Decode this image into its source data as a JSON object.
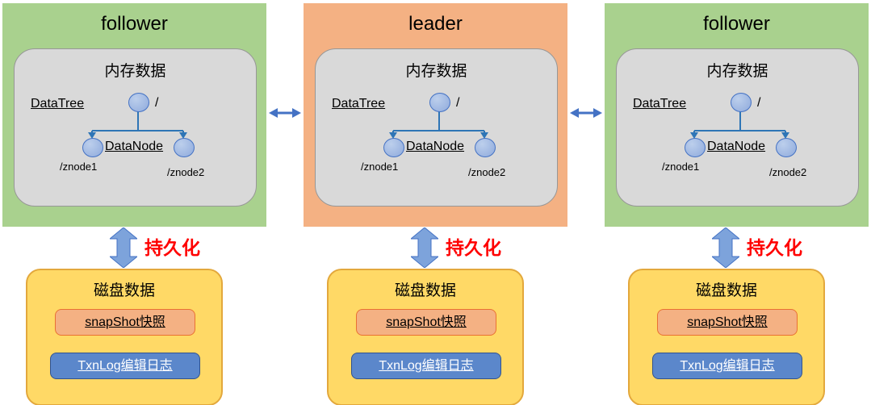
{
  "nodes": [
    {
      "role": "follower",
      "memory": {
        "title": "内存数据",
        "tree_label": "DataTree",
        "root_label": "/",
        "node_label": "DataNode",
        "znode1": "/znode1",
        "znode2": "/znode2"
      },
      "persist_label": "持久化",
      "disk": {
        "title": "磁盘数据",
        "snapshot": "snapShot快照",
        "txnlog": "TxnLog编辑日志"
      }
    },
    {
      "role": "leader",
      "memory": {
        "title": "内存数据",
        "tree_label": "DataTree",
        "root_label": "/",
        "node_label": "DataNode",
        "znode1": "/znode1",
        "znode2": "/znode2"
      },
      "persist_label": "持久化",
      "disk": {
        "title": "磁盘数据",
        "snapshot": "snapShot快照",
        "txnlog": "TxnLog编辑日志"
      }
    },
    {
      "role": "follower",
      "memory": {
        "title": "内存数据",
        "tree_label": "DataTree",
        "root_label": "/",
        "node_label": "DataNode",
        "znode1": "/znode1",
        "znode2": "/znode2"
      },
      "persist_label": "持久化",
      "disk": {
        "title": "磁盘数据",
        "snapshot": "snapShot快照",
        "txnlog": "TxnLog编辑日志"
      }
    }
  ],
  "colors": {
    "follower_bg": "#a9d18e",
    "leader_bg": "#f4b183",
    "memory_bg": "#d9d9d9",
    "disk_bg": "#ffd966",
    "snapshot_bg": "#f4b183",
    "txnlog_bg": "#5b87cb",
    "arrow_blue": "#4472c4",
    "persist_text": "#ff0000",
    "tree_circle": "#8faadc"
  }
}
